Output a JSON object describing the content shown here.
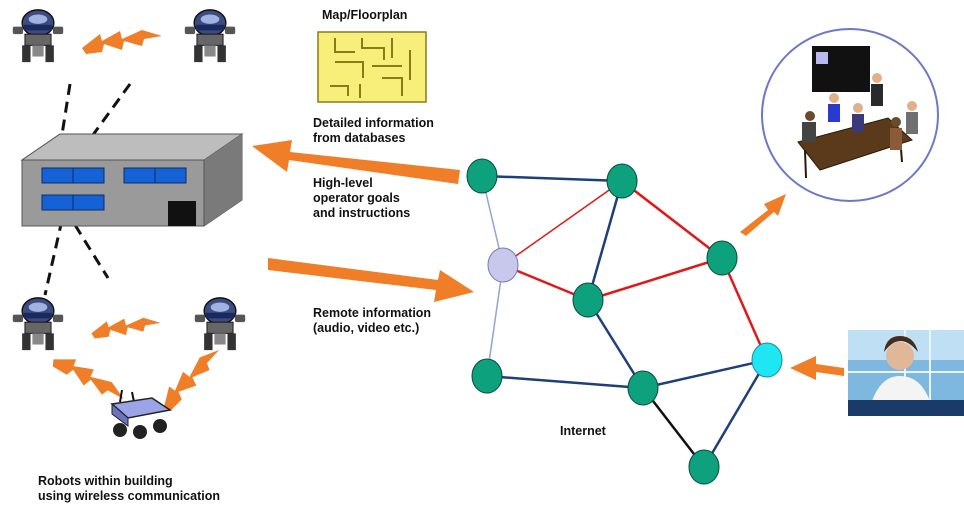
{
  "labels": {
    "map_title": "Map/Floorplan",
    "detailed_info_line1": "Detailed information",
    "detailed_info_line2": "from databases",
    "operator_line1": "High-level",
    "operator_line2": "operator goals",
    "operator_line3": "and instructions",
    "remote_line1": "Remote information",
    "remote_line2": "(audio, video etc.)",
    "internet": "Internet",
    "robots_line1": "Robots within building",
    "robots_line2": "using wireless communication"
  },
  "colors": {
    "arrow": "#f07d28",
    "node_green": "#0ea17e",
    "node_lavender": "#c8c8ec",
    "node_cyan": "#1ee6f2",
    "link_blue": "#1f3f7a",
    "link_red": "#e01818",
    "link_black": "#111111",
    "link_light": "#8fa6d6",
    "building": "#909090",
    "window": "#1561d6",
    "floorplan": "#f8ef7a"
  },
  "icons": {
    "map": "floorplan-icon",
    "building": "building-icon",
    "meeting": "meeting-room-icon",
    "videoconference": "video-conference-icon",
    "robot": "robot-icon",
    "rover": "rover-robot-icon"
  }
}
